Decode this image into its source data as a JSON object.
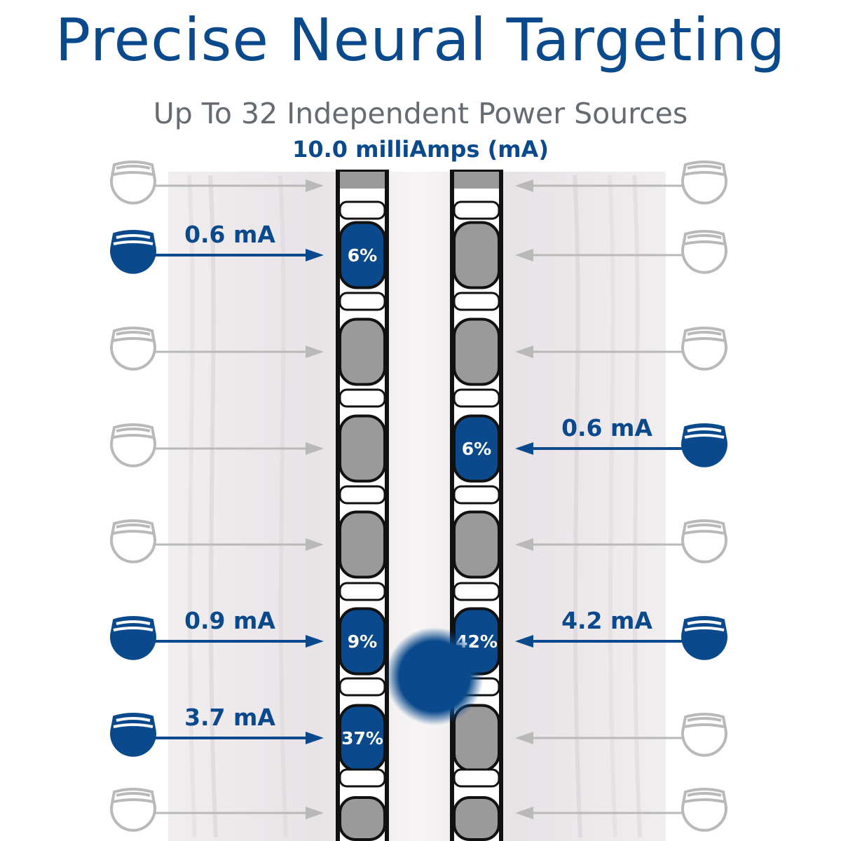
{
  "title": "Precise Neural Targeting",
  "subtitle": "Up To 32 Independent Power Sources",
  "total_current": "10.0 milliAmps (mA)",
  "colors": {
    "accent": "#0a4a8c",
    "inactive": "#b9b9b9",
    "contact_inactive": "#9a9a9a",
    "text_gray": "#656b70"
  },
  "left_lead": {
    "contacts": [
      {
        "active": false
      },
      {
        "active": true,
        "percent": "6%",
        "current": "0.6 mA"
      },
      {
        "active": false
      },
      {
        "active": false
      },
      {
        "active": false
      },
      {
        "active": true,
        "percent": "9%",
        "current": "0.9 mA"
      },
      {
        "active": true,
        "percent": "37%",
        "current": "3.7 mA"
      },
      {
        "active": false
      }
    ]
  },
  "right_lead": {
    "contacts": [
      {
        "active": false
      },
      {
        "active": false
      },
      {
        "active": false
      },
      {
        "active": true,
        "percent": "6%",
        "current": "0.6 mA"
      },
      {
        "active": false
      },
      {
        "active": true,
        "percent": "42%",
        "current": "4.2 mA"
      },
      {
        "active": false
      },
      {
        "active": false
      }
    ]
  },
  "icons": {
    "power_source": "battery-source-icon",
    "target": "stimulation-target-icon"
  }
}
